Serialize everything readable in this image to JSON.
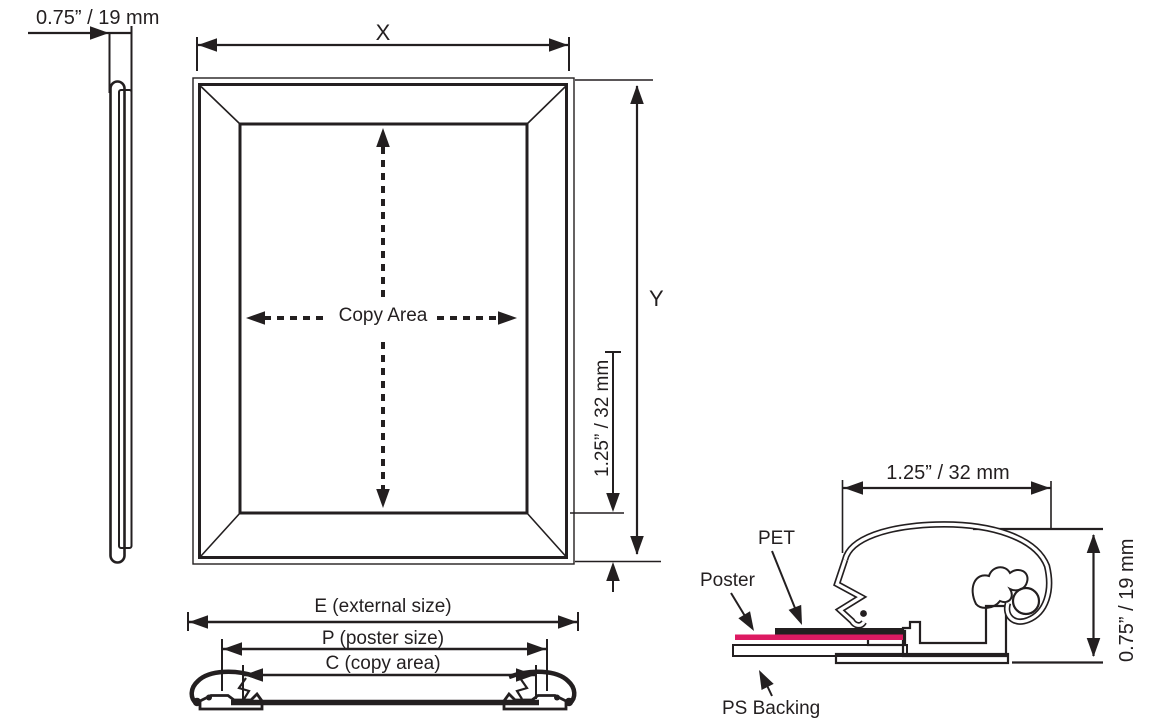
{
  "diagram": {
    "title": "snap-frame-dimension-drawing",
    "side_view": {
      "depth_dim": "0.75” / 19 mm"
    },
    "front_view": {
      "width_label": "X",
      "height_label": "Y",
      "copy_area_label": "Copy Area",
      "border_dim": "1.25” / 32 mm"
    },
    "section_view": {
      "external_label": "E (external size)",
      "poster_label": "P (poster size)",
      "copy_label": "C (copy area)"
    },
    "profile_detail": {
      "width_dim": "1.25” / 32 mm",
      "height_dim": "0.75” / 19 mm",
      "pet_label": "PET",
      "poster_label": "Poster",
      "backing_label": "PS Backing"
    },
    "colors": {
      "line": "#231f20",
      "poster_pink": "#dd1a62",
      "aluminum_gray": "#cbcbcb",
      "background": "#ffffff"
    }
  }
}
